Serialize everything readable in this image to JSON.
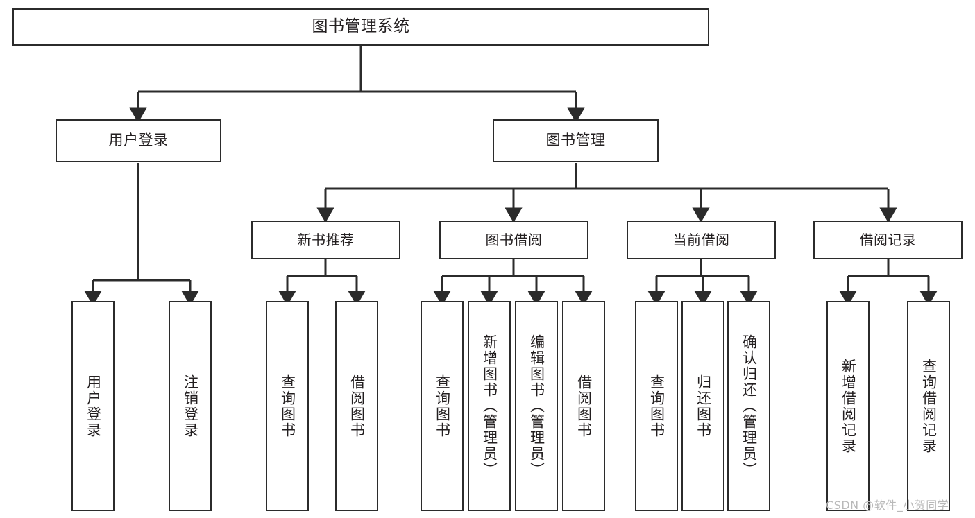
{
  "diagram": {
    "title": "图书管理系统",
    "type": "tree-hierarchy",
    "root": {
      "label": "图书管理系统"
    },
    "level1": [
      {
        "label": "用户登录"
      },
      {
        "label": "图书管理"
      }
    ],
    "level2": [
      {
        "label": "新书推荐"
      },
      {
        "label": "图书借阅"
      },
      {
        "label": "当前借阅"
      },
      {
        "label": "借阅记录"
      }
    ],
    "leaves": [
      {
        "label": "用户登录"
      },
      {
        "label": "注销登录"
      },
      {
        "label": "查询图书"
      },
      {
        "label": "借阅图书"
      },
      {
        "label": "查询图书"
      },
      {
        "label": "新增图书（管理员）"
      },
      {
        "label": "编辑图书（管理员）"
      },
      {
        "label": "借阅图书"
      },
      {
        "label": "查询图书"
      },
      {
        "label": "归还图书"
      },
      {
        "label": "确认归还（管理员）"
      },
      {
        "label": "新增借阅记录"
      },
      {
        "label": "查询借阅记录"
      }
    ]
  },
  "watermark": {
    "text": "CSDN @软件_小贺同学"
  },
  "colors": {
    "stroke": "#2b2b2b",
    "text": "#231f20",
    "background": "#ffffff",
    "watermark": "#b9b9b9"
  }
}
